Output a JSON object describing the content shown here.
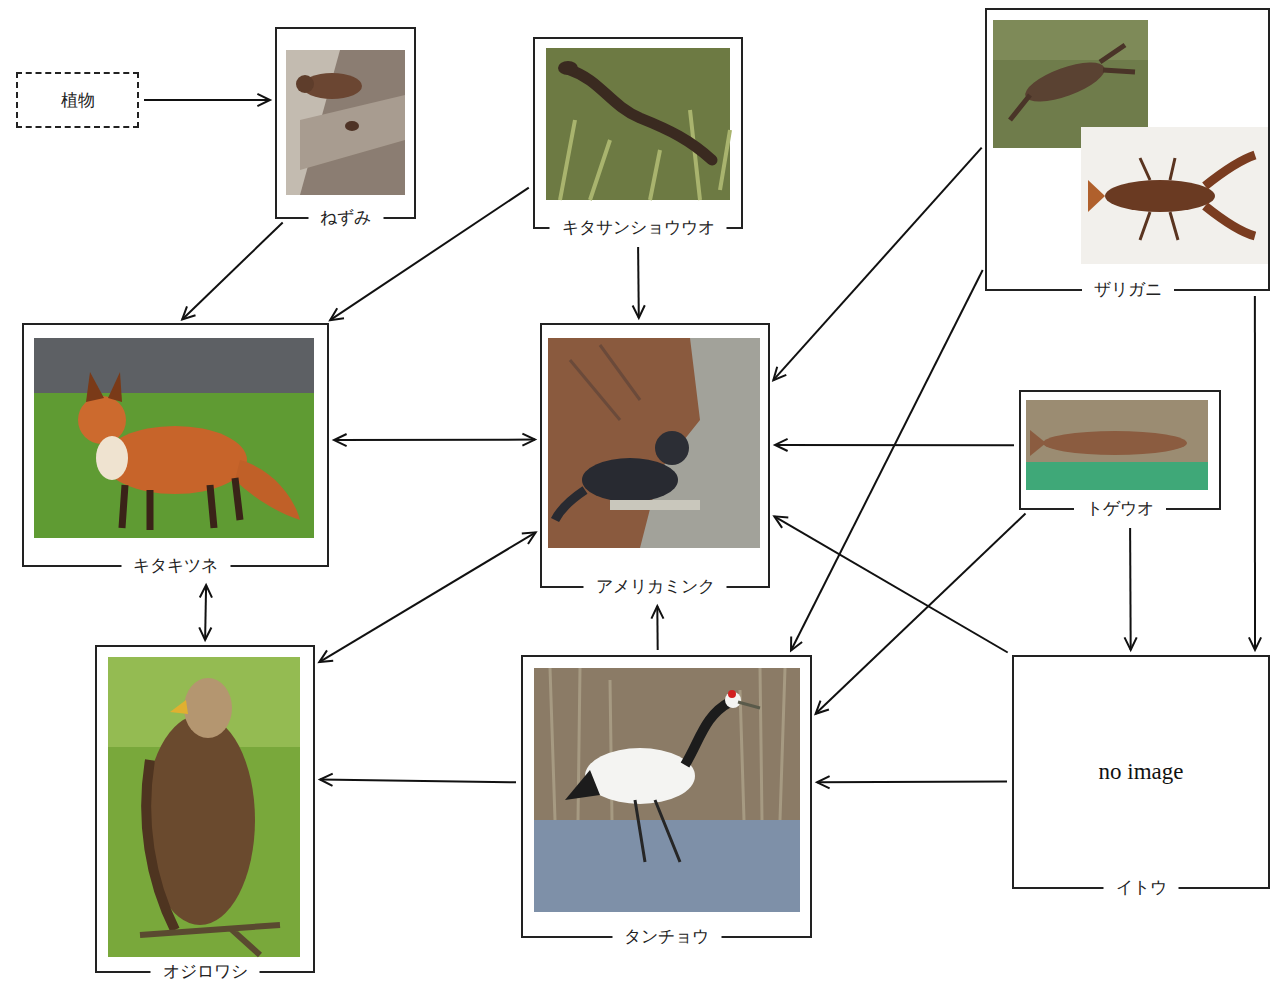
{
  "diagram": {
    "nodes": [
      {
        "text": [
          "植物"
        ]
      },
      {
        "text": [
          "ねずみ"
        ]
      },
      {
        "text": [
          "キタサンショウウオ"
        ]
      },
      {
        "text": [
          "ザリガニ"
        ]
      },
      {
        "text": [
          "キタキツネ"
        ]
      },
      {
        "text": [
          "アメリカミンク"
        ]
      },
      {
        "text": [
          "トゲウオ"
        ]
      },
      {
        "text": [
          "オジロワシ"
        ]
      },
      {
        "text": [
          "タンチョウ"
        ]
      },
      {
        "text": [
          "no image",
          "イトウ"
        ]
      }
    ],
    "edges": [
      {
        "from": 0,
        "to": 1,
        "arrow": "to"
      },
      {
        "from": 1,
        "to": 4,
        "arrow": "to"
      },
      {
        "from": 2,
        "to": 4,
        "arrow": "to"
      },
      {
        "from": 2,
        "to": 5,
        "arrow": "to"
      },
      {
        "from": 3,
        "to": 5,
        "arrow": "to"
      },
      {
        "from": 3,
        "to": 8,
        "arrow": "to"
      },
      {
        "from": 3,
        "to": 9,
        "arrow": "to"
      },
      {
        "from": 4,
        "to": 5,
        "arrow": "both"
      },
      {
        "from": 6,
        "to": 5,
        "arrow": "to"
      },
      {
        "from": 6,
        "to": 8,
        "arrow": "to"
      },
      {
        "from": 6,
        "to": 9,
        "arrow": "to"
      },
      {
        "from": 4,
        "to": 7,
        "arrow": "both"
      },
      {
        "from": 7,
        "to": 5,
        "arrow": "both"
      },
      {
        "from": 8,
        "to": 5,
        "arrow": "to"
      },
      {
        "from": 8,
        "to": 7,
        "arrow": "to"
      },
      {
        "from": 9,
        "to": 8,
        "arrow": "to"
      },
      {
        "from": 9,
        "to": 5,
        "arrow": "to"
      }
    ]
  }
}
